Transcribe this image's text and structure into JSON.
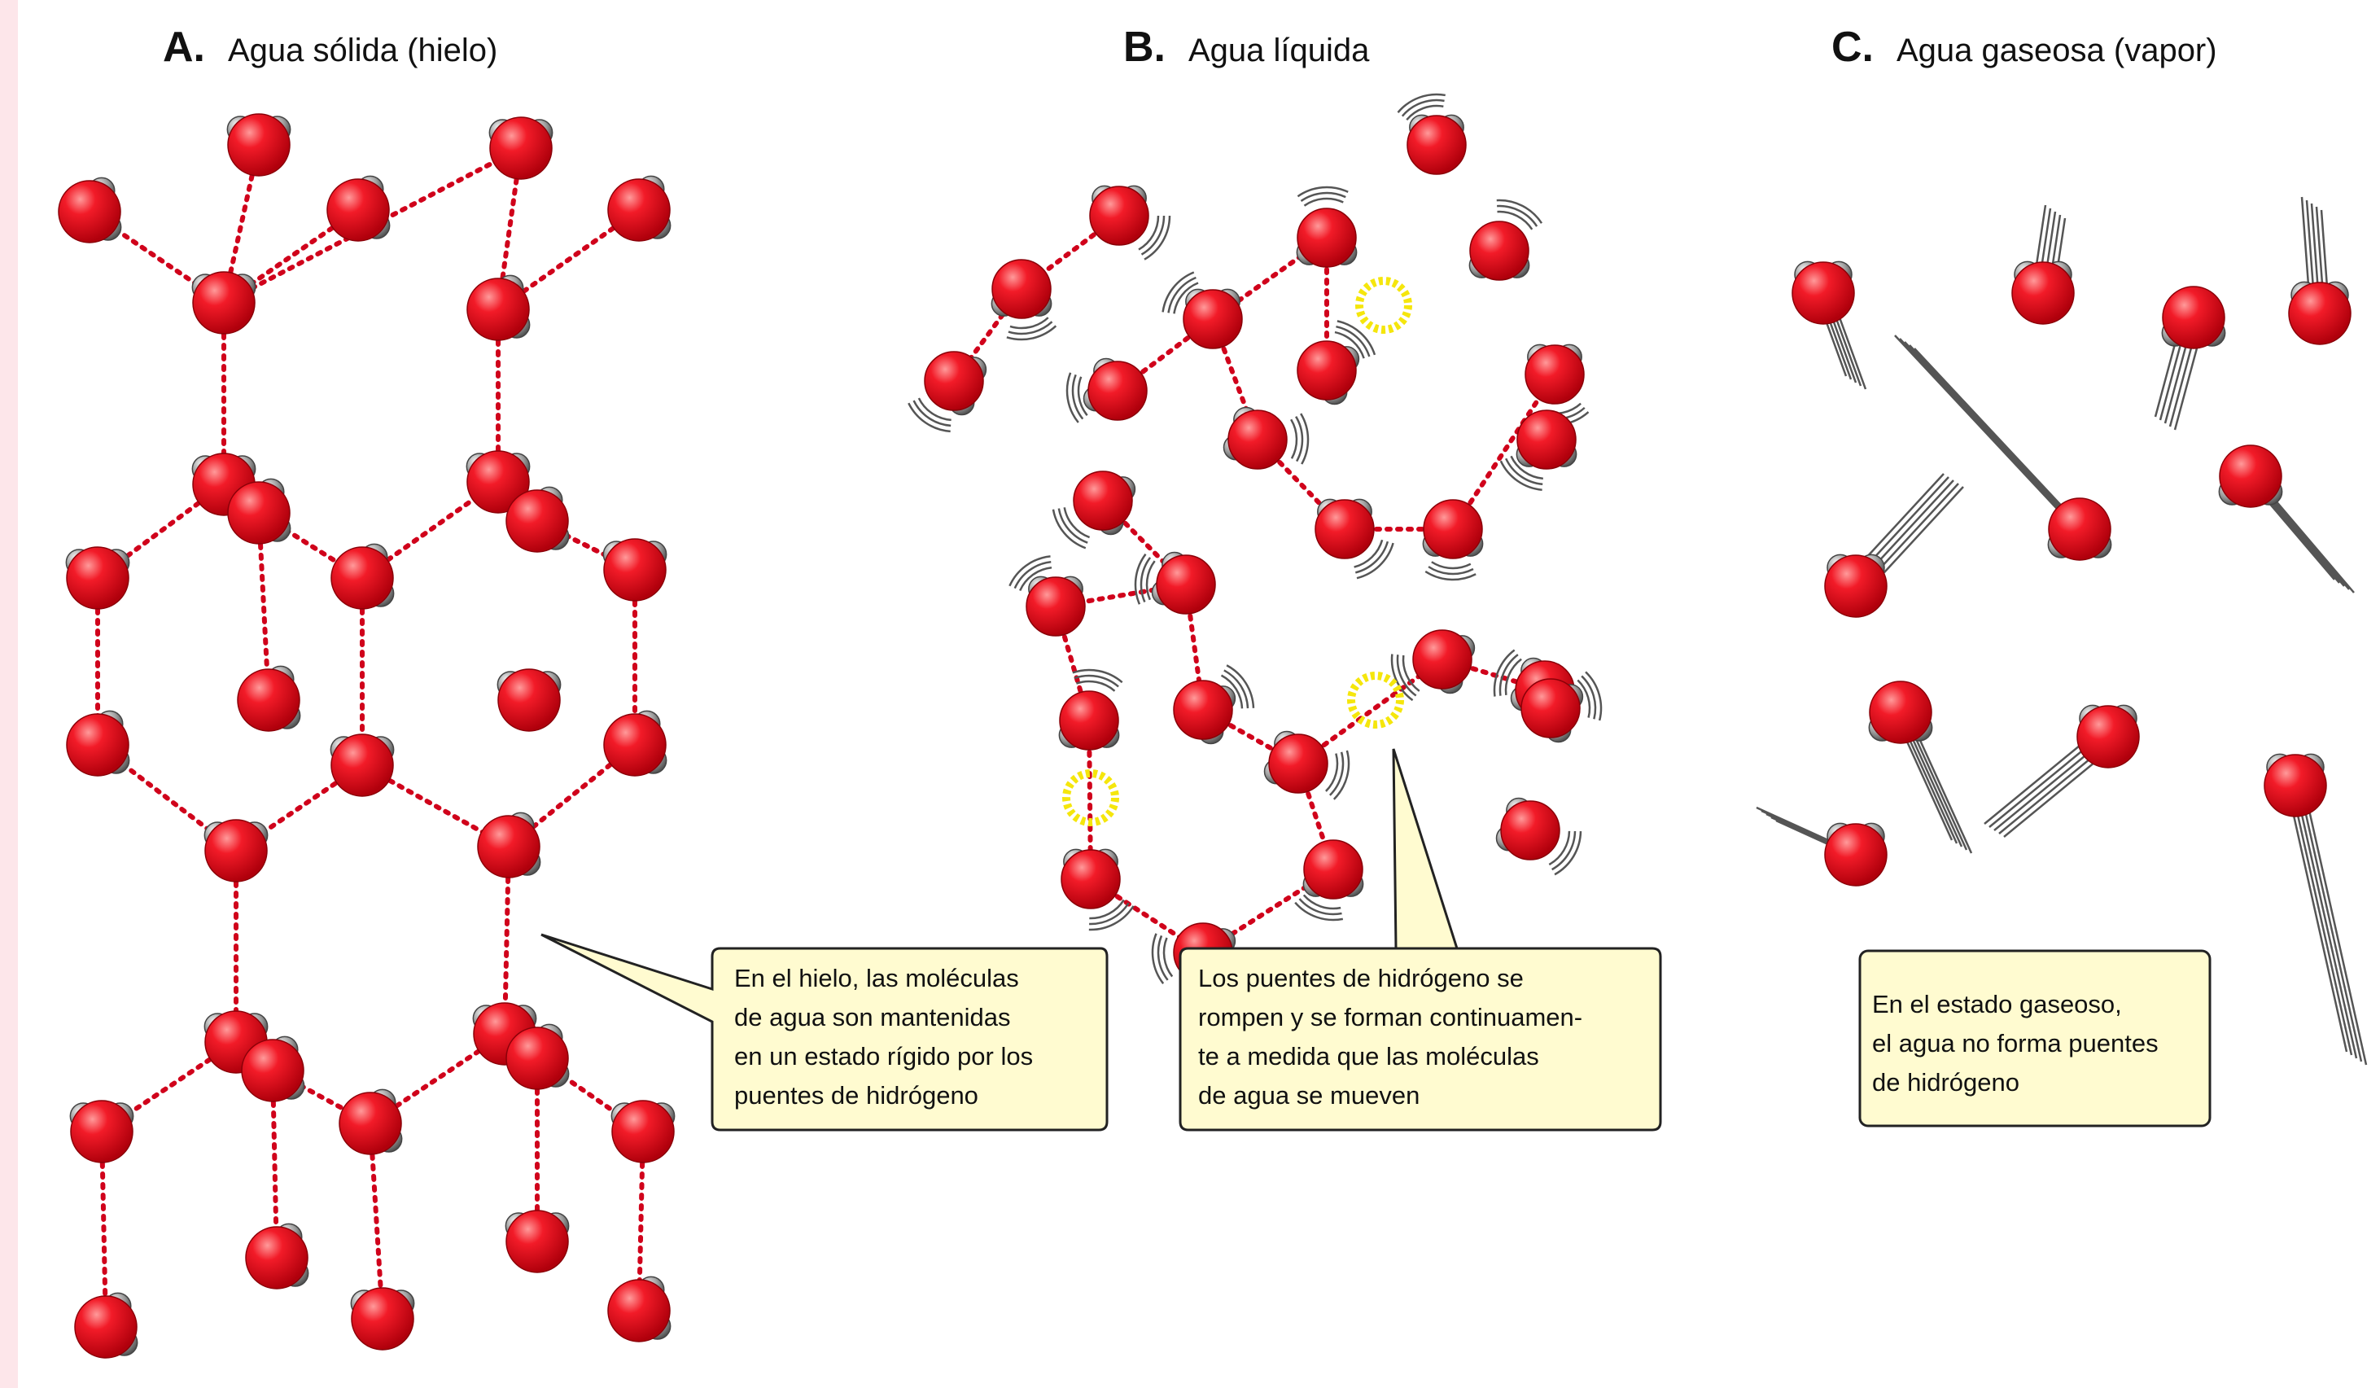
{
  "panels": [
    {
      "letter": "A.",
      "title": "Agua sólida (hielo)",
      "callout": "En el hielo, las moléculas\nde agua son mantenidas\nen un estado rígido por los\npuentes de hidrógeno"
    },
    {
      "letter": "B.",
      "title": "Agua líquida",
      "callout": "Los puentes de hidrógeno se\nrompen y se forman continuamen-\nte a medida que las moléculas\nde agua se mueven"
    },
    {
      "letter": "C.",
      "title": "Agua gaseosa (vapor)",
      "callout": "En el estado gaseoso,\nel agua no forma puentes\nde hidrógeno"
    }
  ],
  "colors": {
    "background": "#fde6ea",
    "oxygen": "#e8101e",
    "hydrogen": "#8a8a8a",
    "hydrogen_bond": "#d0021b",
    "broken_bond_marker": "#f5e60c",
    "callout_fill": "#fffbd0"
  }
}
